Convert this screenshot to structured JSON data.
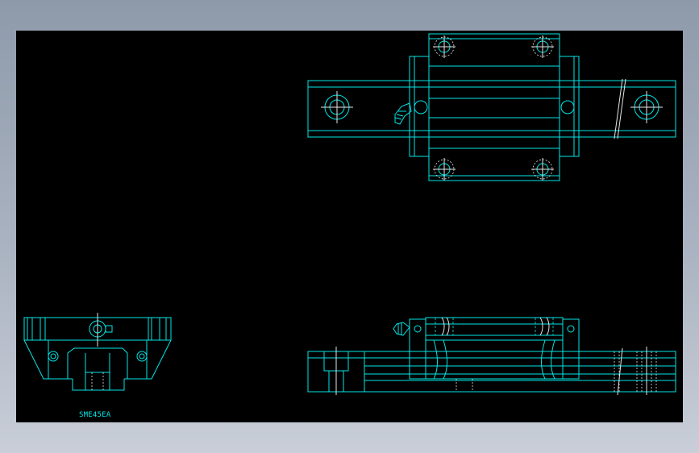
{
  "drawing": {
    "part_label": "SME45EA",
    "line_color": "#00e6e6",
    "background_color": "#000000",
    "views": [
      "top-view",
      "side-view",
      "end-view"
    ]
  }
}
